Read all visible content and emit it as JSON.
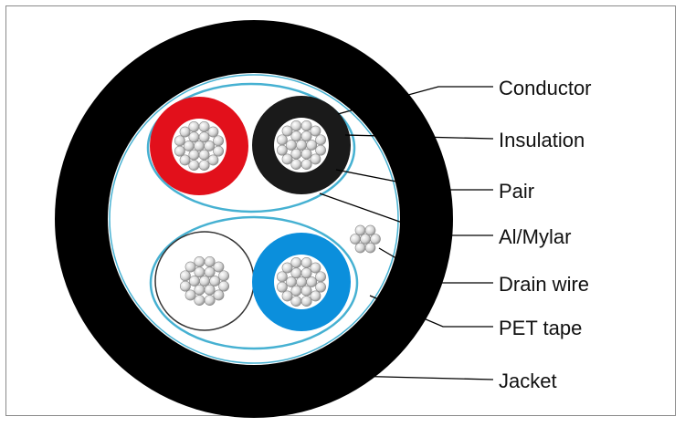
{
  "labels": {
    "conductor": "Conductor",
    "insulation": "Insulation",
    "pair": "Pair",
    "al_mylar": "Al/Mylar",
    "drain_wire": "Drain wire",
    "pet_tape": "PET tape",
    "jacket": "Jacket"
  },
  "colors": {
    "jacket": "#000000",
    "pet_tape": "#ffffff",
    "al_mylar": "#46b1d2",
    "insulation_red": "#e2101b",
    "insulation_black": "#1a1a1a",
    "insulation_white": "#ffffff",
    "insulation_blue": "#0b8fdc",
    "conductor": "#cfcfcf"
  }
}
